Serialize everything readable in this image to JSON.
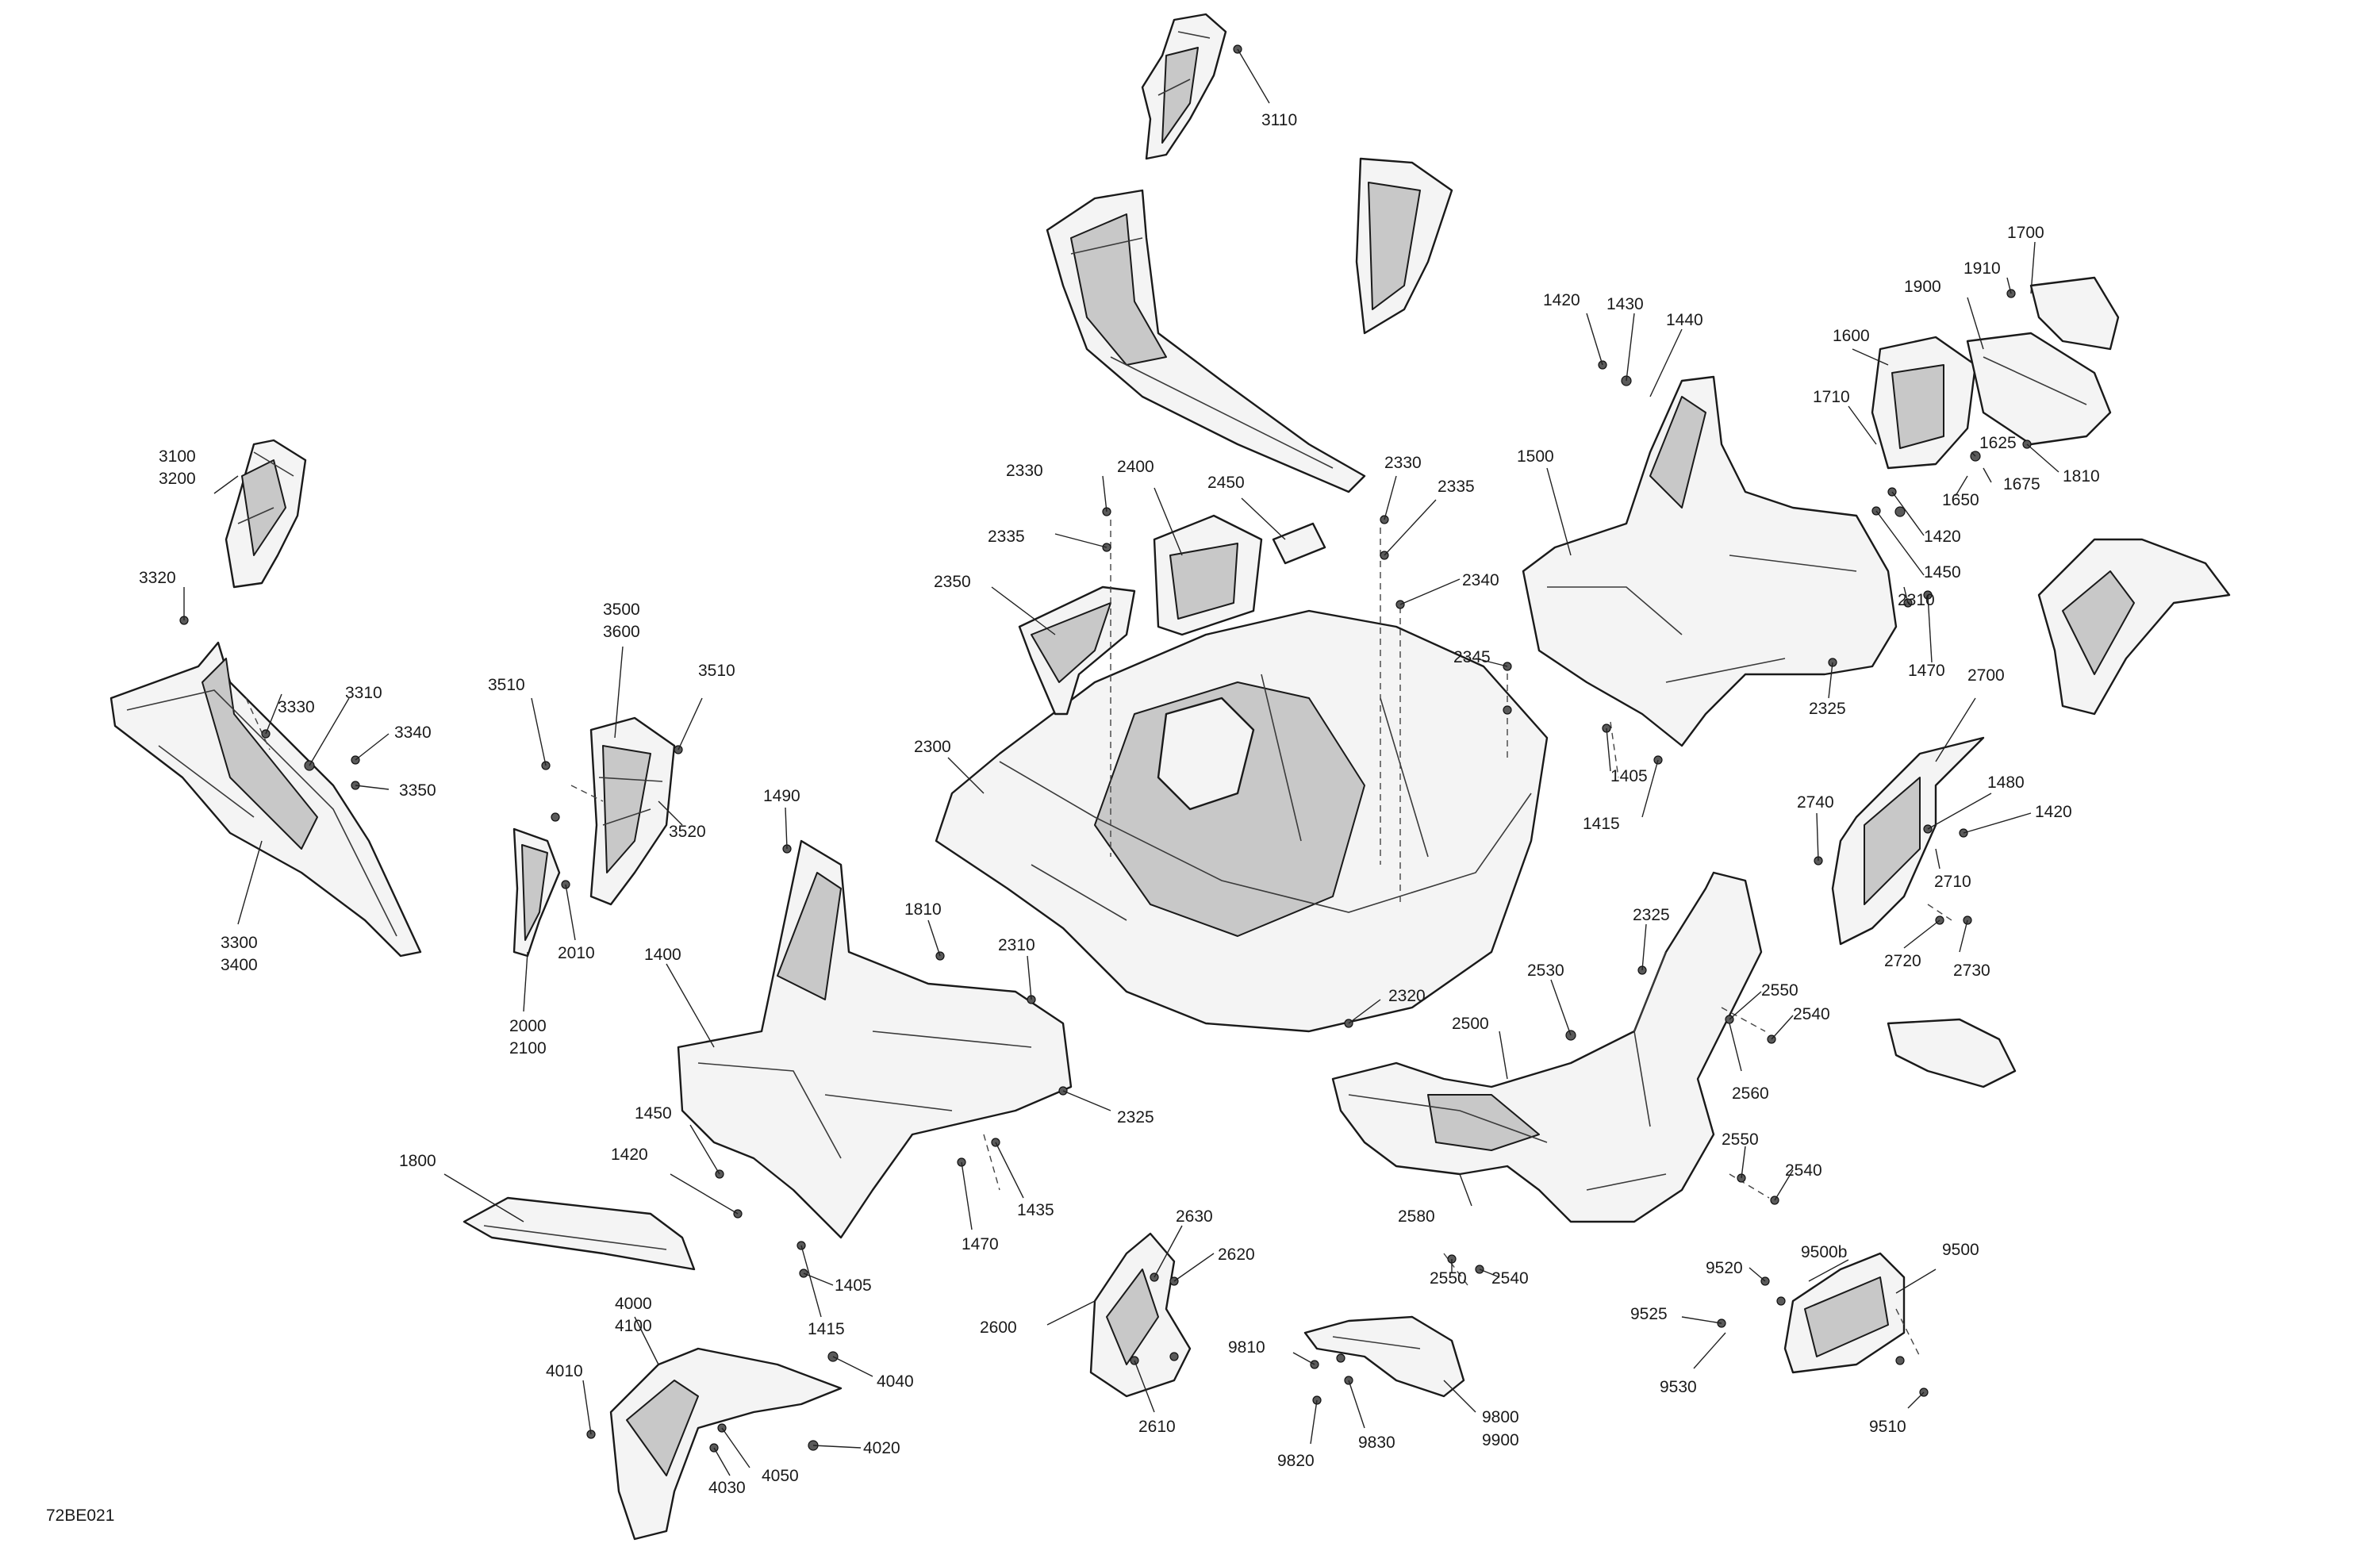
{
  "diagram": {
    "reference": "72BE021",
    "callouts": [
      {
        "id": "c3110",
        "text": "3110"
      },
      {
        "id": "c3100",
        "text": "3100"
      },
      {
        "id": "c3200",
        "text": "3200"
      },
      {
        "id": "c3320",
        "text": "3320"
      },
      {
        "id": "c3330",
        "text": "3330"
      },
      {
        "id": "c3310",
        "text": "3310"
      },
      {
        "id": "c3340",
        "text": "3340"
      },
      {
        "id": "c3350",
        "text": "3350"
      },
      {
        "id": "c3300",
        "text": "3300"
      },
      {
        "id": "c3400",
        "text": "3400"
      },
      {
        "id": "c3500",
        "text": "3500"
      },
      {
        "id": "c3600",
        "text": "3600"
      },
      {
        "id": "c3510a",
        "text": "3510"
      },
      {
        "id": "c3510b",
        "text": "3510"
      },
      {
        "id": "c3520",
        "text": "3520"
      },
      {
        "id": "c2010",
        "text": "2010"
      },
      {
        "id": "c2000",
        "text": "2000"
      },
      {
        "id": "c2100",
        "text": "2100"
      },
      {
        "id": "c2330a",
        "text": "2330"
      },
      {
        "id": "c2400",
        "text": "2400"
      },
      {
        "id": "c2450",
        "text": "2450"
      },
      {
        "id": "c2330b",
        "text": "2330"
      },
      {
        "id": "c2335a",
        "text": "2335"
      },
      {
        "id": "c2335b",
        "text": "2335"
      },
      {
        "id": "c2350",
        "text": "2350"
      },
      {
        "id": "c2340",
        "text": "2340"
      },
      {
        "id": "c2345",
        "text": "2345"
      },
      {
        "id": "c2300",
        "text": "2300"
      },
      {
        "id": "c1490",
        "text": "1490"
      },
      {
        "id": "c1810",
        "text": "1810"
      },
      {
        "id": "c2310a",
        "text": "2310"
      },
      {
        "id": "c1400",
        "text": "1400"
      },
      {
        "id": "c2325a",
        "text": "2325"
      },
      {
        "id": "c1450a",
        "text": "1450"
      },
      {
        "id": "c1420a",
        "text": "1420"
      },
      {
        "id": "c1435",
        "text": "1435"
      },
      {
        "id": "c1470a",
        "text": "1470"
      },
      {
        "id": "c1405a",
        "text": "1405"
      },
      {
        "id": "c1415a",
        "text": "1415"
      },
      {
        "id": "c1800",
        "text": "1800"
      },
      {
        "id": "c2320",
        "text": "2320"
      },
      {
        "id": "c1420b",
        "text": "1420"
      },
      {
        "id": "c1430",
        "text": "1430"
      },
      {
        "id": "c1440",
        "text": "1440"
      },
      {
        "id": "c1500",
        "text": "1500"
      },
      {
        "id": "c1420c",
        "text": "1420"
      },
      {
        "id": "c1450b",
        "text": "1450"
      },
      {
        "id": "c2310b",
        "text": "2310"
      },
      {
        "id": "c1470b",
        "text": "1470"
      },
      {
        "id": "c2325b",
        "text": "2325"
      },
      {
        "id": "c1405b",
        "text": "1405"
      },
      {
        "id": "c1415b",
        "text": "1415"
      },
      {
        "id": "c1700",
        "text": "1700"
      },
      {
        "id": "c1910",
        "text": "1910"
      },
      {
        "id": "c1900",
        "text": "1900"
      },
      {
        "id": "c1600",
        "text": "1600"
      },
      {
        "id": "c1710",
        "text": "1710"
      },
      {
        "id": "c1625",
        "text": "1625"
      },
      {
        "id": "c1650",
        "text": "1650"
      },
      {
        "id": "c1675",
        "text": "1675"
      },
      {
        "id": "c1810b",
        "text": "1810"
      },
      {
        "id": "c2700",
        "text": "2700"
      },
      {
        "id": "c2740",
        "text": "2740"
      },
      {
        "id": "c1480",
        "text": "1480"
      },
      {
        "id": "c1420d",
        "text": "1420"
      },
      {
        "id": "c2710",
        "text": "2710"
      },
      {
        "id": "c2720",
        "text": "2720"
      },
      {
        "id": "c2730",
        "text": "2730"
      },
      {
        "id": "c2325c",
        "text": "2325"
      },
      {
        "id": "c2530",
        "text": "2530"
      },
      {
        "id": "c2550a",
        "text": "2550"
      },
      {
        "id": "c2540a",
        "text": "2540"
      },
      {
        "id": "c2500",
        "text": "2500"
      },
      {
        "id": "c2560",
        "text": "2560"
      },
      {
        "id": "c2550b",
        "text": "2550"
      },
      {
        "id": "c2540b",
        "text": "2540"
      },
      {
        "id": "c2580",
        "text": "2580"
      },
      {
        "id": "c2550c",
        "text": "2550"
      },
      {
        "id": "c2540c",
        "text": "2540"
      },
      {
        "id": "c2630",
        "text": "2630"
      },
      {
        "id": "c2620",
        "text": "2620"
      },
      {
        "id": "c2600",
        "text": "2600"
      },
      {
        "id": "c2610",
        "text": "2610"
      },
      {
        "id": "c9810",
        "text": "9810"
      },
      {
        "id": "c9820",
        "text": "9820"
      },
      {
        "id": "c9830",
        "text": "9830"
      },
      {
        "id": "c9800",
        "text": "9800"
      },
      {
        "id": "c9900",
        "text": "9900"
      },
      {
        "id": "c9500b",
        "text": "9500b"
      },
      {
        "id": "c9500",
        "text": "9500"
      },
      {
        "id": "c9520",
        "text": "9520"
      },
      {
        "id": "c9525",
        "text": "9525"
      },
      {
        "id": "c9530",
        "text": "9530"
      },
      {
        "id": "c9510",
        "text": "9510"
      },
      {
        "id": "c4000",
        "text": "4000"
      },
      {
        "id": "c4100",
        "text": "4100"
      },
      {
        "id": "c4010",
        "text": "4010"
      },
      {
        "id": "c4040",
        "text": "4040"
      },
      {
        "id": "c4020",
        "text": "4020"
      },
      {
        "id": "c4030",
        "text": "4030"
      },
      {
        "id": "c4050",
        "text": "4050"
      }
    ]
  }
}
